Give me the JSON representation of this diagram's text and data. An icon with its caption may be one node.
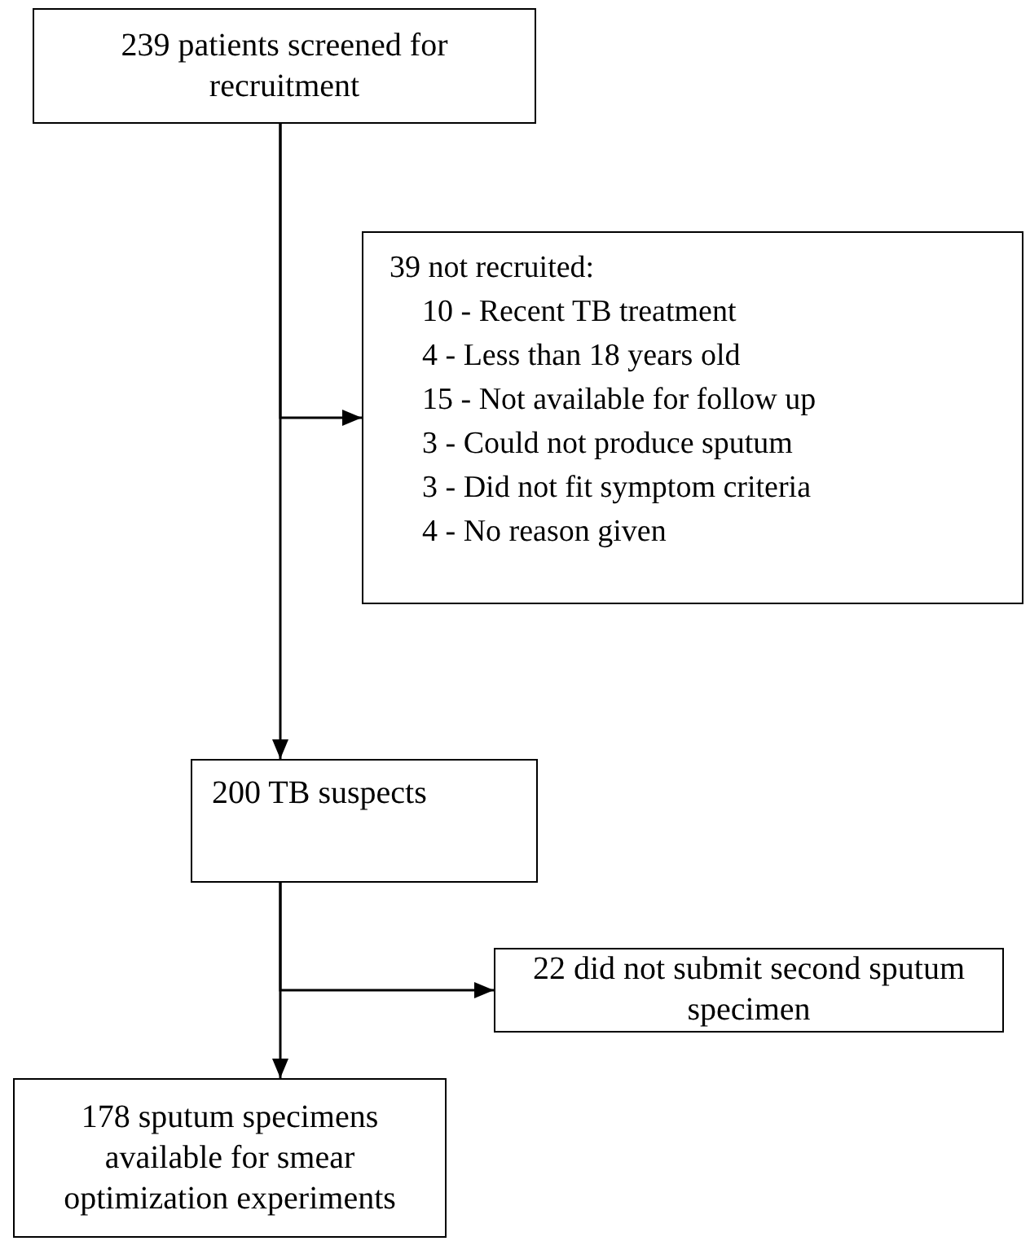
{
  "diagram": {
    "nodes": [
      {
        "text": [
          "239 patients screened for recruitment"
        ]
      },
      {
        "text": [
          "39 not recruited:",
          "10 - Recent TB treatment",
          "4 - Less than 18 years old",
          "15 - Not available for follow up",
          "3 - Could not produce sputum",
          "3 - Did not fit symptom criteria",
          "4 - No reason given"
        ]
      },
      {
        "text": [
          "200 TB suspects"
        ]
      },
      {
        "text": [
          "22 did not submit second sputum specimen"
        ]
      },
      {
        "text": [
          "178 sputum specimens available for smear optimization experiments"
        ]
      }
    ],
    "edges": [
      {
        "from": 0,
        "to": 1,
        "arrow": "to"
      },
      {
        "from": 0,
        "to": 2,
        "arrow": "to"
      },
      {
        "from": 2,
        "to": 3,
        "arrow": "to"
      },
      {
        "from": 2,
        "to": 4,
        "arrow": "to"
      }
    ]
  }
}
